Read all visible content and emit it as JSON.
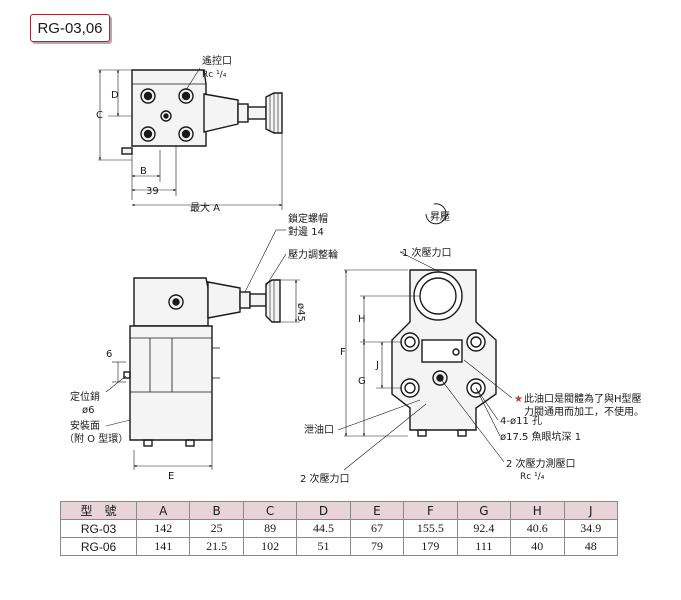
{
  "model": "RG-03,06",
  "labels": {
    "remote_port": "遙控口",
    "remote_port_size": "Rc ¹/₄",
    "dim_39": "39",
    "max_a": "最大 A",
    "lock_nut": "鎖定螺帽",
    "across_flats": "對邊 14",
    "pressure_knob": "壓力調整輪",
    "dia_45": "ø45",
    "locating_pin": "定位銷",
    "pin_dia": "ø6",
    "mount_face": "安裝面",
    "o_ring": "（附 O 型環）",
    "dim_6": "6",
    "rise": "昇壓",
    "primary_port": "1 次壓力口",
    "drain_port": "泄油口",
    "secondary_port": "2 次壓力口",
    "bolt_holes": "4-ø11 孔",
    "counterbore": "ø17.5 魚眼坑深 1",
    "gauge_port": "2 次壓力測壓口",
    "gauge_port_size": "Rc ¹/₄",
    "note_line1": "此油口是閥體為了與H型壓",
    "note_line2": "力閥通用而加工，不使用。",
    "note_star": "★",
    "letter_A": "A",
    "letter_B": "B",
    "letter_C": "C",
    "letter_D": "D",
    "letter_E": "E",
    "letter_F": "F",
    "letter_G": "G",
    "letter_H": "H",
    "letter_J": "J"
  },
  "table": {
    "headers": [
      "型　號",
      "A",
      "B",
      "C",
      "D",
      "E",
      "F",
      "G",
      "H",
      "J"
    ],
    "rows": [
      [
        "RG-03",
        "142",
        "25",
        "89",
        "44.5",
        "67",
        "155.5",
        "92.4",
        "40.6",
        "34.9"
      ],
      [
        "RG-06",
        "141",
        "21.5",
        "102",
        "51",
        "79",
        "179",
        "111",
        "40",
        "48"
      ]
    ]
  },
  "colors": {
    "star": "#c0392b",
    "header_bg": "#e7d3d8",
    "badge_border": "#9a2a3a"
  }
}
